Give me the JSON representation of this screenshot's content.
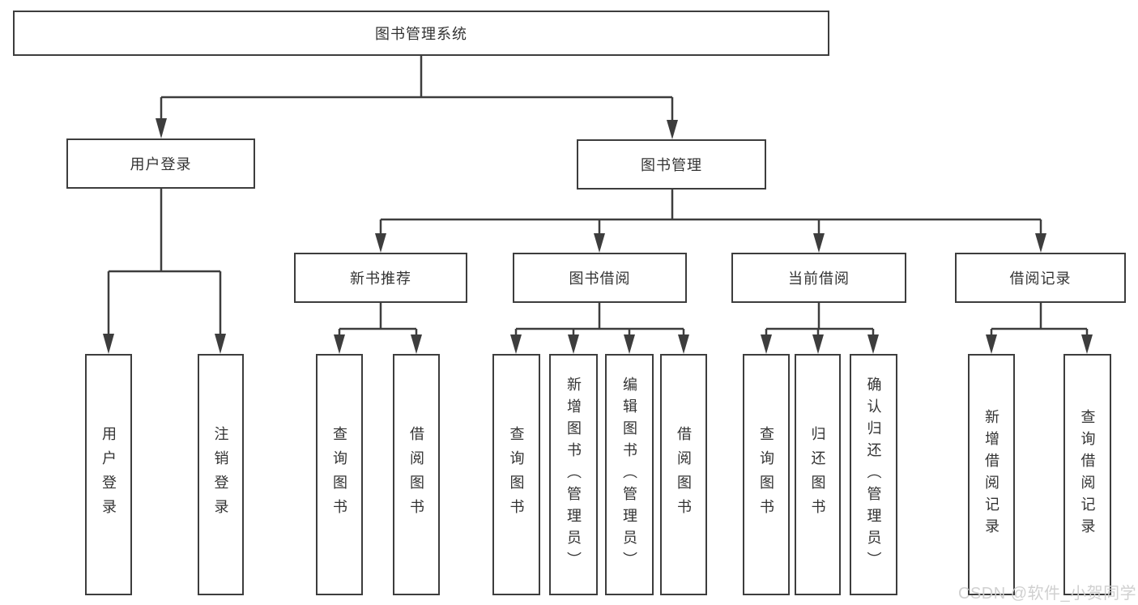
{
  "diagram": {
    "root": {
      "label": "图书管理系统"
    },
    "user_login": {
      "label": "用户登录",
      "children": {
        "login": {
          "label": "用户登录"
        },
        "logout": {
          "label": "注销登录"
        }
      }
    },
    "book_mgmt": {
      "label": "图书管理",
      "sections": {
        "new_book_rec": {
          "label": "新书推荐",
          "children": {
            "query": {
              "label": "查询图书"
            },
            "borrow": {
              "label": "借阅图书"
            }
          }
        },
        "book_borrow": {
          "label": "图书借阅",
          "children": {
            "query": {
              "label": "查询图书"
            },
            "add": {
              "label": "新增图书（管理员）"
            },
            "edit": {
              "label": "编辑图书（管理员）"
            },
            "borrow": {
              "label": "借阅图书"
            }
          }
        },
        "current_borrow": {
          "label": "当前借阅",
          "children": {
            "query": {
              "label": "查询图书"
            },
            "return": {
              "label": "归还图书"
            },
            "confirm": {
              "label": "确认归还（管理员）"
            }
          }
        },
        "borrow_records": {
          "label": "借阅记录",
          "children": {
            "add": {
              "label": "新增借阅记录"
            },
            "query": {
              "label": "查询借阅记录"
            }
          }
        }
      }
    },
    "colors": {
      "line": "#3d3d3d",
      "text": "#333333",
      "background": "#ffffff",
      "watermark": "#cdcdcd"
    }
  },
  "watermark": {
    "text": "CSDN @软件_小贺同学"
  }
}
